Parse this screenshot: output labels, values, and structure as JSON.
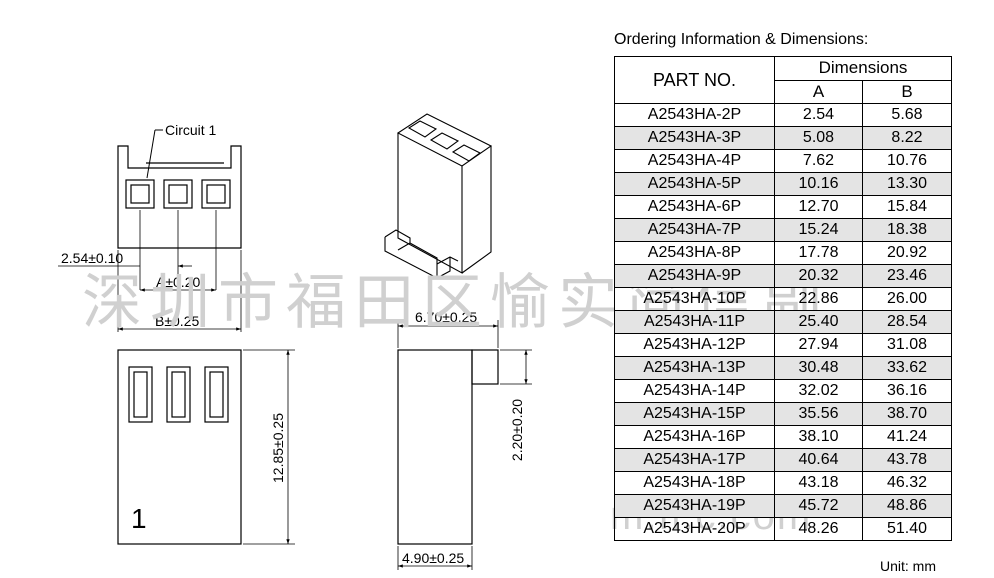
{
  "watermark": {
    "cn": "深圳市福田区愉实简信副",
    "latin": "m.fi.c.com"
  },
  "drawing": {
    "circuit_label": "Circuit 1",
    "pitch": "2.54±0.10",
    "dim_a": "A±0.20",
    "dim_b": "B±0.25",
    "height": "12.85±0.25",
    "depth": "6.70±0.25",
    "tab_height": "2.20±0.20",
    "base_width": "4.90±0.25",
    "pin_mark": "1"
  },
  "table": {
    "caption": "Ordering Information & Dimensions:",
    "col_part": "PART NO.",
    "col_dims": "Dimensions",
    "col_a": "A",
    "col_b": "B",
    "rows": [
      {
        "part": "A2543HA-2P",
        "a": "2.54",
        "b": "5.68"
      },
      {
        "part": "A2543HA-3P",
        "a": "5.08",
        "b": "8.22"
      },
      {
        "part": "A2543HA-4P",
        "a": "7.62",
        "b": "10.76"
      },
      {
        "part": "A2543HA-5P",
        "a": "10.16",
        "b": "13.30"
      },
      {
        "part": "A2543HA-6P",
        "a": "12.70",
        "b": "15.84"
      },
      {
        "part": "A2543HA-7P",
        "a": "15.24",
        "b": "18.38"
      },
      {
        "part": "A2543HA-8P",
        "a": "17.78",
        "b": "20.92"
      },
      {
        "part": "A2543HA-9P",
        "a": "20.32",
        "b": "23.46"
      },
      {
        "part": "A2543HA-10P",
        "a": "22.86",
        "b": "26.00"
      },
      {
        "part": "A2543HA-11P",
        "a": "25.40",
        "b": "28.54"
      },
      {
        "part": "A2543HA-12P",
        "a": "27.94",
        "b": "31.08"
      },
      {
        "part": "A2543HA-13P",
        "a": "30.48",
        "b": "33.62"
      },
      {
        "part": "A2543HA-14P",
        "a": "32.02",
        "b": "36.16"
      },
      {
        "part": "A2543HA-15P",
        "a": "35.56",
        "b": "38.70"
      },
      {
        "part": "A2543HA-16P",
        "a": "38.10",
        "b": "41.24"
      },
      {
        "part": "A2543HA-17P",
        "a": "40.64",
        "b": "43.78"
      },
      {
        "part": "A2543HA-18P",
        "a": "43.18",
        "b": "46.32"
      },
      {
        "part": "A2543HA-19P",
        "a": "45.72",
        "b": "48.86"
      },
      {
        "part": "A2543HA-20P",
        "a": "48.26",
        "b": "51.40"
      }
    ],
    "unit_note": "Unit: mm"
  }
}
